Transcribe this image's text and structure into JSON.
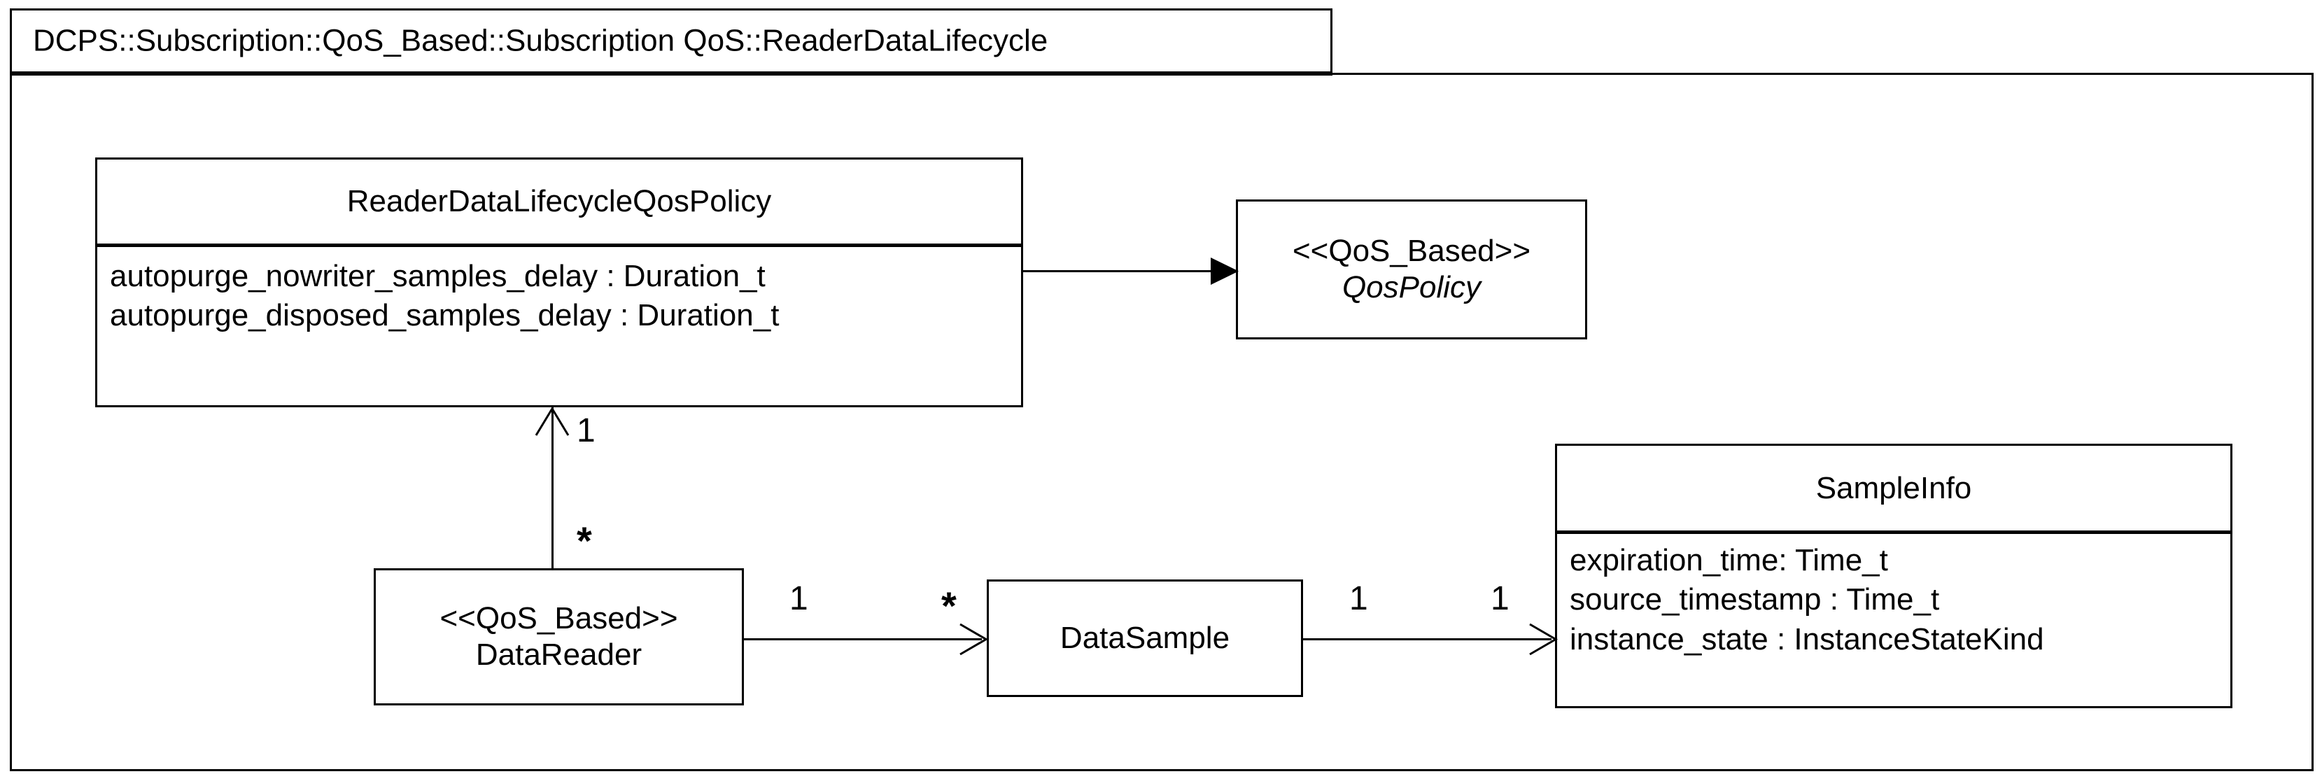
{
  "frame": {
    "title": "DCPS::Subscription::QoS_Based::Subscription QoS::ReaderDataLifecycle"
  },
  "classes": {
    "reader_data_lifecycle_qos_policy": {
      "name": "ReaderDataLifecycleQosPolicy",
      "attributes": [
        "autopurge_nowriter_samples_delay : Duration_t",
        "autopurge_disposed_samples_delay : Duration_t"
      ]
    },
    "qos_policy": {
      "stereotype": "<<QoS_Based>>",
      "name": "QosPolicy"
    },
    "data_reader": {
      "stereotype": "<<QoS_Based>>",
      "name": "DataReader"
    },
    "data_sample": {
      "name": "DataSample"
    },
    "sample_info": {
      "name": "SampleInfo",
      "attributes": [
        "expiration_time: Time_t",
        "source_timestamp : Time_t",
        "instance_state : InstanceStateKind"
      ]
    }
  },
  "multiplicities": {
    "qos_policy_to_reader_top": "1",
    "data_reader_bottom": "*",
    "data_reader_right": "1",
    "data_sample_left": "*",
    "data_sample_right": "1",
    "sample_info_left": "1"
  },
  "colors": {
    "stroke": "#000000",
    "background": "#ffffff"
  }
}
